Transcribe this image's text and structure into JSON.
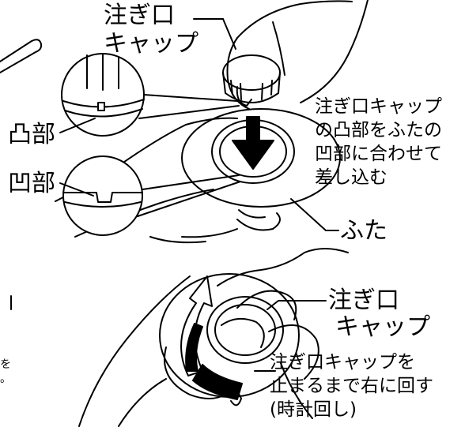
{
  "top": {
    "cap_label_line1": "注ぎ口",
    "cap_label_line2": "キャップ",
    "convex_label": "凸部",
    "concave_label": "凹部",
    "instruction_lines": [
      "注ぎ口キャップ",
      "の凸部をふたの",
      "凹部に合わせて",
      "差し込む"
    ],
    "lid_label": "ふた"
  },
  "bottom": {
    "cap_label_line1": "注ぎ口",
    "cap_label_line2": "キャップ",
    "instruction_lines": [
      "注ぎ口キャップを",
      "止まるまで右に回す",
      "(時計回し)"
    ]
  },
  "cut_text": {
    "line1": "を",
    "line2": "。"
  },
  "icons": [
    "down-arrow-icon",
    "clockwise-rotation-arrow-icon"
  ]
}
